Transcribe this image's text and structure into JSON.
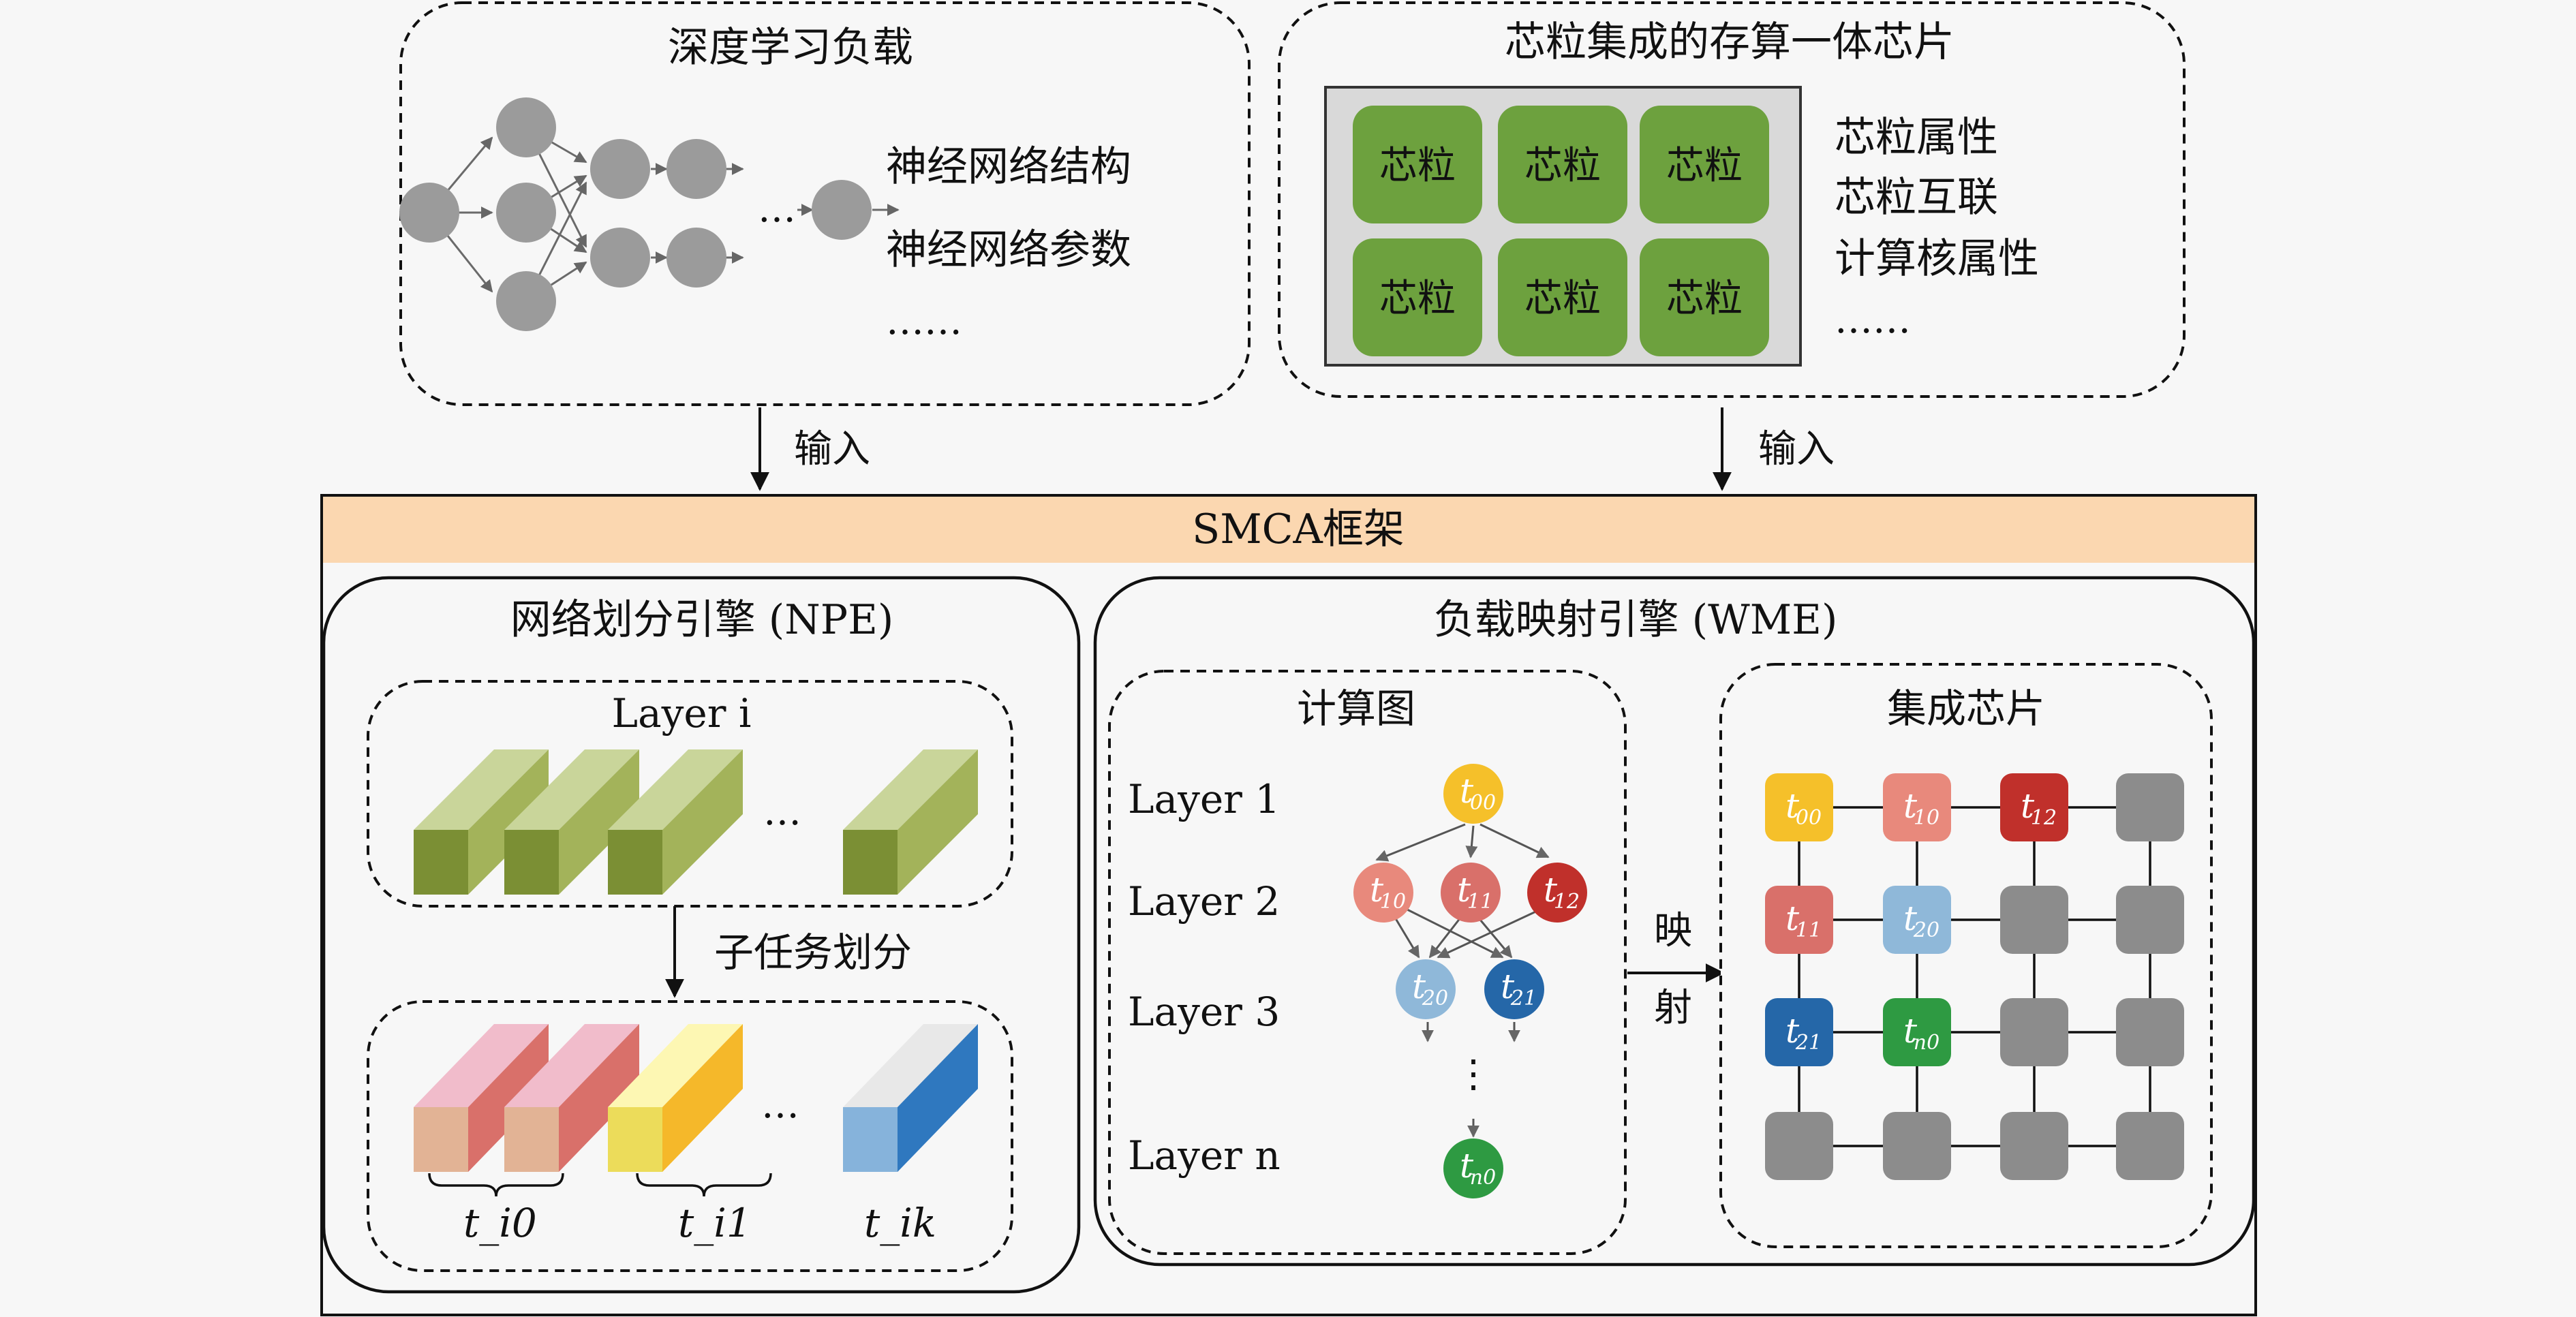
{
  "workload": {
    "title": "深度学习负载",
    "items": [
      "神经网络结构",
      "神经网络参数",
      "……"
    ],
    "ellipsis": "…"
  },
  "chip": {
    "title": "芯粒集成的存算一体芯片",
    "chiplet_label": "芯粒",
    "items": [
      "芯粒属性",
      "芯粒互联",
      "计算核属性",
      "……"
    ]
  },
  "input_label_left": "输入",
  "input_label_right": "输入",
  "framework_title": "SMCA框架",
  "npe": {
    "title": "网络划分引擎 (NPE)",
    "layer_label": "Layer i",
    "subtask_label": "子任务划分",
    "ellipsis_top": "…",
    "ellipsis_bottom": "…",
    "task_labels": [
      "t_i0",
      "t_i1",
      "t_ik"
    ]
  },
  "wme": {
    "title": "负载映射引擎 (WME)",
    "graph_title": "计算图",
    "layers": [
      "Layer 1",
      "Layer 2",
      "Layer 3",
      "Layer n"
    ],
    "map_label_1": "映",
    "map_label_2": "射",
    "vdots": "⋮",
    "chip_title": "集成芯片",
    "nodes": {
      "t00": {
        "base": "t",
        "sub": "00",
        "color": "#f5c02a"
      },
      "t10": {
        "base": "t",
        "sub": "10",
        "color": "#e8897c"
      },
      "t11": {
        "base": "t",
        "sub": "11",
        "color": "#d9706a"
      },
      "t12": {
        "base": "t",
        "sub": "12",
        "color": "#c0302b"
      },
      "t20": {
        "base": "t",
        "sub": "20",
        "color": "#8fb8d9"
      },
      "t21": {
        "base": "t",
        "sub": "21",
        "color": "#2567a8"
      },
      "tn0": {
        "base": "t",
        "sub": "n0",
        "color": "#2e9a42"
      }
    },
    "grid_empty_color": "#8c8c8c"
  },
  "colors": {
    "framework_bar": "#fbd7b0",
    "chiplet_green": "#6da13e",
    "chip_panel": "#d9d9d9"
  }
}
